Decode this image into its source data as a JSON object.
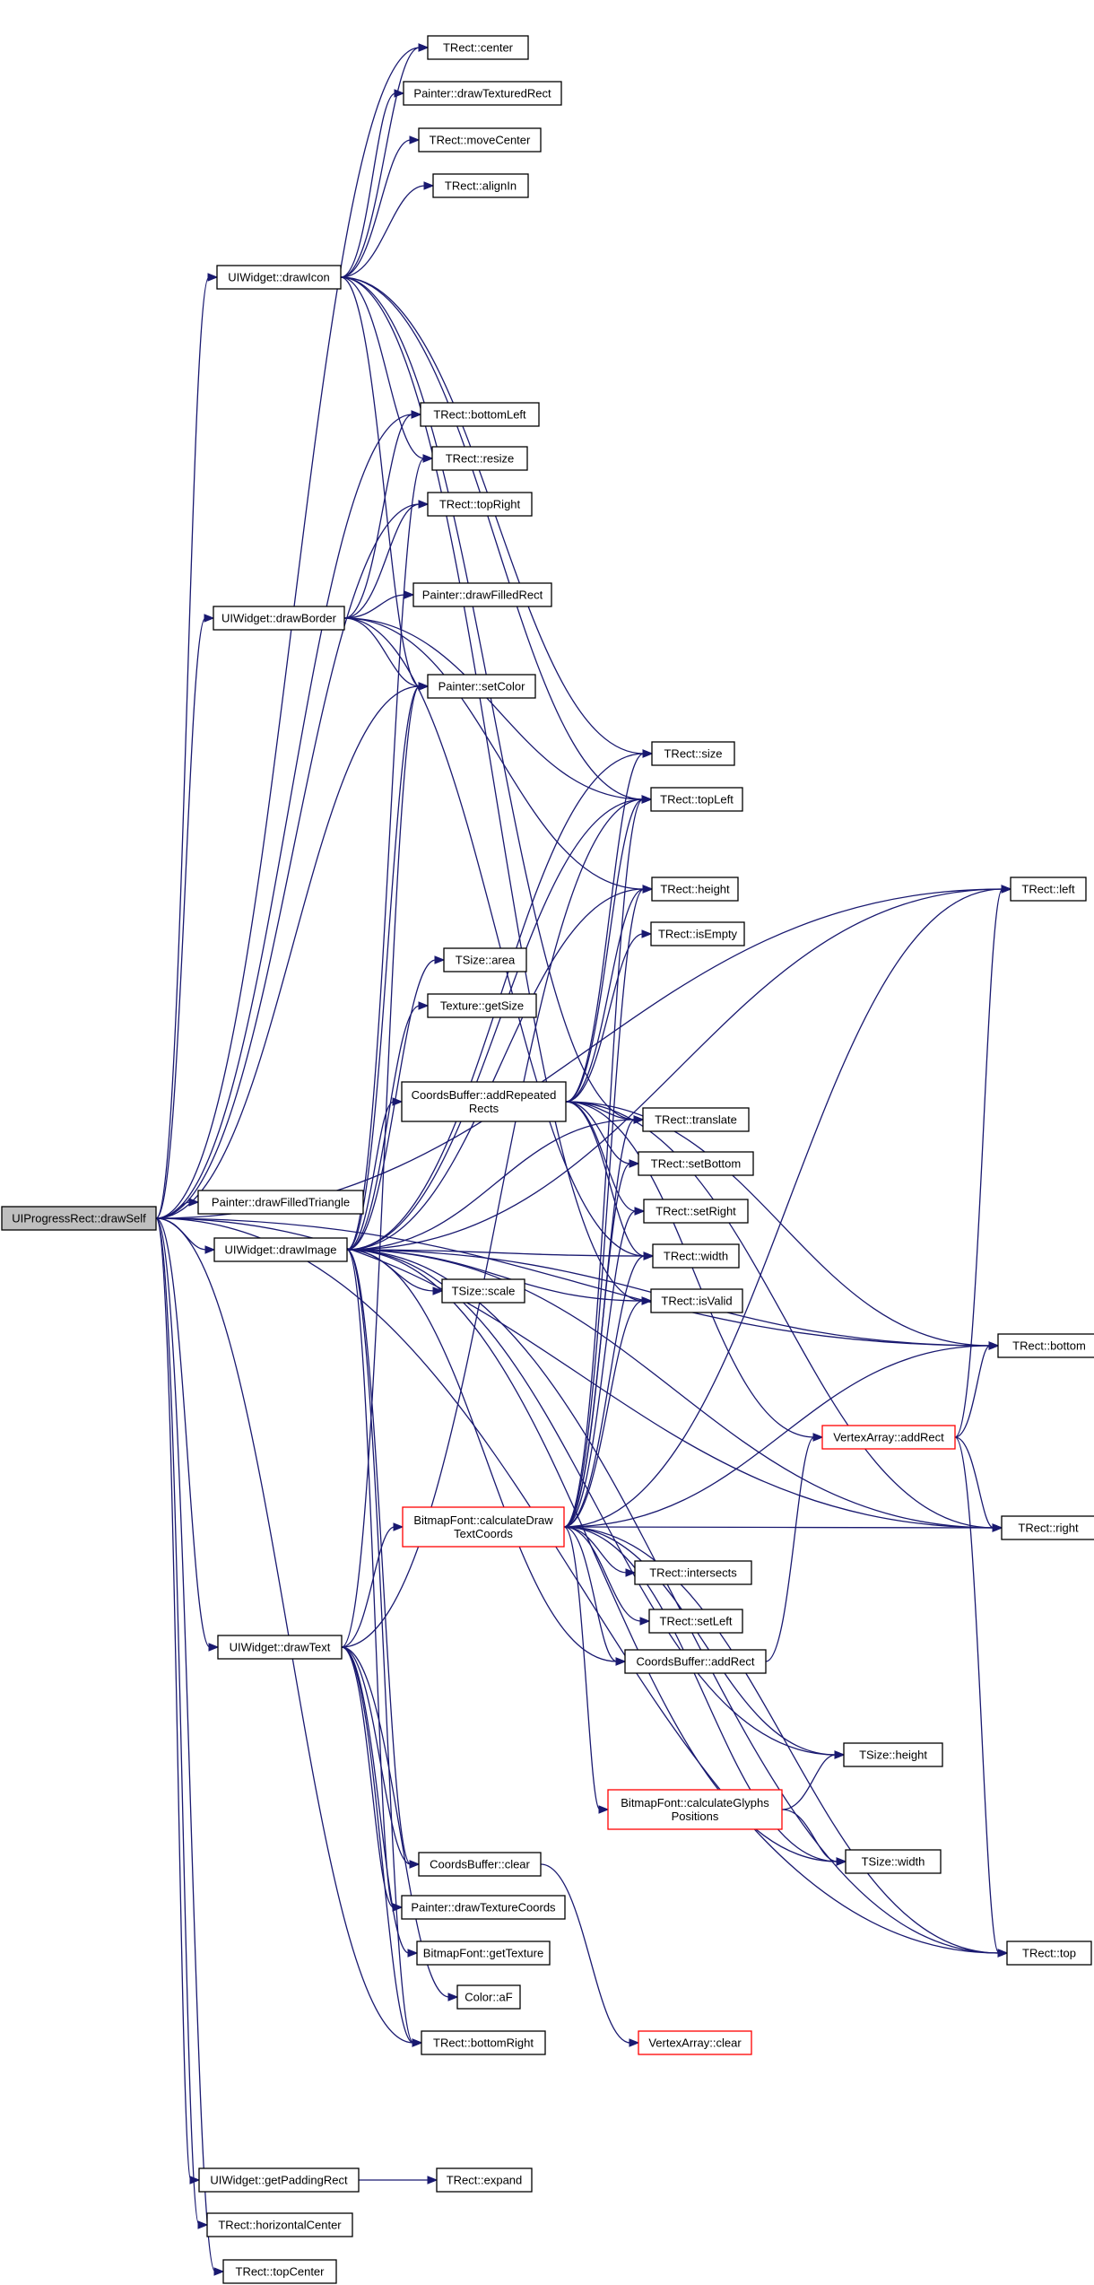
{
  "colors": {
    "edge": "#191970",
    "node_border": "#000000",
    "node_border_partial": "#ff0000",
    "root_fill": "#bfbfbf",
    "node_fill": "#ffffff"
  },
  "nodes": [
    {
      "id": "root",
      "lines": [
        "UIProgressRect::drawSelf"
      ],
      "style": "root"
    },
    {
      "id": "center",
      "lines": [
        "TRect::center"
      ]
    },
    {
      "id": "drawTexturedRect",
      "lines": [
        "Painter::drawTexturedRect"
      ]
    },
    {
      "id": "moveCenter",
      "lines": [
        "TRect::moveCenter"
      ]
    },
    {
      "id": "alignIn",
      "lines": [
        "TRect::alignIn"
      ]
    },
    {
      "id": "drawIcon",
      "lines": [
        "UIWidget::drawIcon"
      ]
    },
    {
      "id": "bottomLeft",
      "lines": [
        "TRect::bottomLeft"
      ]
    },
    {
      "id": "resize",
      "lines": [
        "TRect::resize"
      ]
    },
    {
      "id": "topRight",
      "lines": [
        "TRect::topRight"
      ]
    },
    {
      "id": "drawFilledRect",
      "lines": [
        "Painter::drawFilledRect"
      ]
    },
    {
      "id": "drawBorder",
      "lines": [
        "UIWidget::drawBorder"
      ]
    },
    {
      "id": "setColor",
      "lines": [
        "Painter::setColor"
      ]
    },
    {
      "id": "size",
      "lines": [
        "TRect::size"
      ]
    },
    {
      "id": "topLeft",
      "lines": [
        "TRect::topLeft"
      ]
    },
    {
      "id": "left",
      "lines": [
        "TRect::left"
      ]
    },
    {
      "id": "height",
      "lines": [
        "TRect::height"
      ]
    },
    {
      "id": "isEmpty",
      "lines": [
        "TRect::isEmpty"
      ]
    },
    {
      "id": "area",
      "lines": [
        "TSize::area"
      ]
    },
    {
      "id": "getSize",
      "lines": [
        "Texture::getSize"
      ]
    },
    {
      "id": "addRepeatedRects",
      "lines": [
        "CoordsBuffer::addRepeated",
        "Rects"
      ]
    },
    {
      "id": "translate",
      "lines": [
        "TRect::translate"
      ]
    },
    {
      "id": "setBottom",
      "lines": [
        "TRect::setBottom"
      ]
    },
    {
      "id": "drawFilledTriangle",
      "lines": [
        "Painter::drawFilledTriangle"
      ]
    },
    {
      "id": "setRight",
      "lines": [
        "TRect::setRight"
      ]
    },
    {
      "id": "drawImage",
      "lines": [
        "UIWidget::drawImage"
      ]
    },
    {
      "id": "width",
      "lines": [
        "TRect::width"
      ]
    },
    {
      "id": "scale",
      "lines": [
        "TSize::scale"
      ]
    },
    {
      "id": "isValid",
      "lines": [
        "TRect::isValid"
      ]
    },
    {
      "id": "bottom",
      "lines": [
        "TRect::bottom"
      ]
    },
    {
      "id": "addRect",
      "lines": [
        "VertexArray::addRect"
      ],
      "style": "partial"
    },
    {
      "id": "calcDraw",
      "lines": [
        "BitmapFont::calculateDraw",
        "TextCoords"
      ],
      "style": "partial"
    },
    {
      "id": "right",
      "lines": [
        "TRect::right"
      ]
    },
    {
      "id": "intersects",
      "lines": [
        "TRect::intersects"
      ]
    },
    {
      "id": "setLeft",
      "lines": [
        "TRect::setLeft"
      ]
    },
    {
      "id": "drawText",
      "lines": [
        "UIWidget::drawText"
      ]
    },
    {
      "id": "cbAddRect",
      "lines": [
        "CoordsBuffer::addRect"
      ]
    },
    {
      "id": "tsHeight",
      "lines": [
        "TSize::height"
      ]
    },
    {
      "id": "calcGlyphs",
      "lines": [
        "BitmapFont::calculateGlyphs",
        "Positions"
      ],
      "style": "partial"
    },
    {
      "id": "tsWidth",
      "lines": [
        "TSize::width"
      ]
    },
    {
      "id": "cbClear",
      "lines": [
        "CoordsBuffer::clear"
      ]
    },
    {
      "id": "drawTextureCoords",
      "lines": [
        "Painter::drawTextureCoords"
      ]
    },
    {
      "id": "top",
      "lines": [
        "TRect::top"
      ]
    },
    {
      "id": "getTexture",
      "lines": [
        "BitmapFont::getTexture"
      ]
    },
    {
      "id": "aF",
      "lines": [
        "Color::aF"
      ]
    },
    {
      "id": "vaClear",
      "lines": [
        "VertexArray::clear"
      ],
      "style": "partial"
    },
    {
      "id": "bottomRight",
      "lines": [
        "TRect::bottomRight"
      ]
    },
    {
      "id": "getPaddingRect",
      "lines": [
        "UIWidget::getPaddingRect"
      ]
    },
    {
      "id": "expand",
      "lines": [
        "TRect::expand"
      ]
    },
    {
      "id": "horizontalCenter",
      "lines": [
        "TRect::horizontalCenter"
      ]
    },
    {
      "id": "topCenter",
      "lines": [
        "TRect::topCenter"
      ]
    }
  ],
  "edges": [
    [
      "root",
      "center"
    ],
    [
      "root",
      "drawIcon"
    ],
    [
      "root",
      "left"
    ],
    [
      "root",
      "bottomLeft"
    ],
    [
      "root",
      "topRight"
    ],
    [
      "root",
      "drawBorder"
    ],
    [
      "root",
      "setColor"
    ],
    [
      "root",
      "drawFilledTriangle"
    ],
    [
      "root",
      "drawImage"
    ],
    [
      "root",
      "bottom"
    ],
    [
      "root",
      "drawText"
    ],
    [
      "root",
      "right"
    ],
    [
      "root",
      "bottomRight"
    ],
    [
      "root",
      "top"
    ],
    [
      "root",
      "getPaddingRect"
    ],
    [
      "root",
      "horizontalCenter"
    ],
    [
      "root",
      "topCenter"
    ],
    [
      "drawIcon",
      "center"
    ],
    [
      "drawIcon",
      "drawTexturedRect"
    ],
    [
      "drawIcon",
      "moveCenter"
    ],
    [
      "drawIcon",
      "alignIn"
    ],
    [
      "drawIcon",
      "size"
    ],
    [
      "drawIcon",
      "topLeft"
    ],
    [
      "drawIcon",
      "resize"
    ],
    [
      "drawIcon",
      "setColor"
    ],
    [
      "drawIcon",
      "translate"
    ],
    [
      "drawIcon",
      "isValid"
    ],
    [
      "drawBorder",
      "bottomLeft"
    ],
    [
      "drawBorder",
      "topRight"
    ],
    [
      "drawBorder",
      "drawFilledRect"
    ],
    [
      "drawBorder",
      "setColor"
    ],
    [
      "drawBorder",
      "topLeft"
    ],
    [
      "drawBorder",
      "height"
    ],
    [
      "drawBorder",
      "width"
    ],
    [
      "drawImage",
      "setColor"
    ],
    [
      "drawImage",
      "size"
    ],
    [
      "drawImage",
      "topLeft"
    ],
    [
      "drawImage",
      "left"
    ],
    [
      "drawImage",
      "height"
    ],
    [
      "drawImage",
      "area"
    ],
    [
      "drawImage",
      "getSize"
    ],
    [
      "drawImage",
      "addRepeatedRects"
    ],
    [
      "drawImage",
      "translate"
    ],
    [
      "drawImage",
      "resize"
    ],
    [
      "drawImage",
      "scale"
    ],
    [
      "drawImage",
      "width"
    ],
    [
      "drawImage",
      "isValid"
    ],
    [
      "drawImage",
      "bottom"
    ],
    [
      "drawImage",
      "right"
    ],
    [
      "drawImage",
      "cbClear"
    ],
    [
      "drawImage",
      "drawTextureCoords"
    ],
    [
      "drawImage",
      "top"
    ],
    [
      "drawImage",
      "bottomRight"
    ],
    [
      "drawImage",
      "cbAddRect"
    ],
    [
      "drawImage",
      "tsHeight"
    ],
    [
      "drawImage",
      "tsWidth"
    ],
    [
      "addRepeatedRects",
      "size"
    ],
    [
      "addRepeatedRects",
      "topLeft"
    ],
    [
      "addRepeatedRects",
      "height"
    ],
    [
      "addRepeatedRects",
      "isEmpty"
    ],
    [
      "addRepeatedRects",
      "translate"
    ],
    [
      "addRepeatedRects",
      "setBottom"
    ],
    [
      "addRepeatedRects",
      "setRight"
    ],
    [
      "addRepeatedRects",
      "width"
    ],
    [
      "addRepeatedRects",
      "bottom"
    ],
    [
      "addRepeatedRects",
      "right"
    ],
    [
      "addRepeatedRects",
      "addRect"
    ],
    [
      "drawText",
      "setColor"
    ],
    [
      "drawText",
      "calcDraw"
    ],
    [
      "drawText",
      "cbClear"
    ],
    [
      "drawText",
      "drawTextureCoords"
    ],
    [
      "drawText",
      "getTexture"
    ],
    [
      "drawText",
      "aF"
    ],
    [
      "drawText",
      "bottomRight"
    ],
    [
      "drawText",
      "topLeft"
    ],
    [
      "calcDraw",
      "topLeft"
    ],
    [
      "calcDraw",
      "height"
    ],
    [
      "calcDraw",
      "translate"
    ],
    [
      "calcDraw",
      "setBottom"
    ],
    [
      "calcDraw",
      "setRight"
    ],
    [
      "calcDraw",
      "width"
    ],
    [
      "calcDraw",
      "isValid"
    ],
    [
      "calcDraw",
      "left"
    ],
    [
      "calcDraw",
      "bottom"
    ],
    [
      "calcDraw",
      "right"
    ],
    [
      "calcDraw",
      "intersects"
    ],
    [
      "calcDraw",
      "setLeft"
    ],
    [
      "calcDraw",
      "cbAddRect"
    ],
    [
      "calcDraw",
      "tsHeight"
    ],
    [
      "calcDraw",
      "calcGlyphs"
    ],
    [
      "calcDraw",
      "tsWidth"
    ],
    [
      "calcDraw",
      "top"
    ],
    [
      "addRect",
      "left"
    ],
    [
      "addRect",
      "bottom"
    ],
    [
      "addRect",
      "right"
    ],
    [
      "addRect",
      "top"
    ],
    [
      "cbAddRect",
      "addRect"
    ],
    [
      "calcGlyphs",
      "tsHeight"
    ],
    [
      "calcGlyphs",
      "tsWidth"
    ],
    [
      "cbClear",
      "vaClear"
    ],
    [
      "getPaddingRect",
      "expand"
    ]
  ]
}
